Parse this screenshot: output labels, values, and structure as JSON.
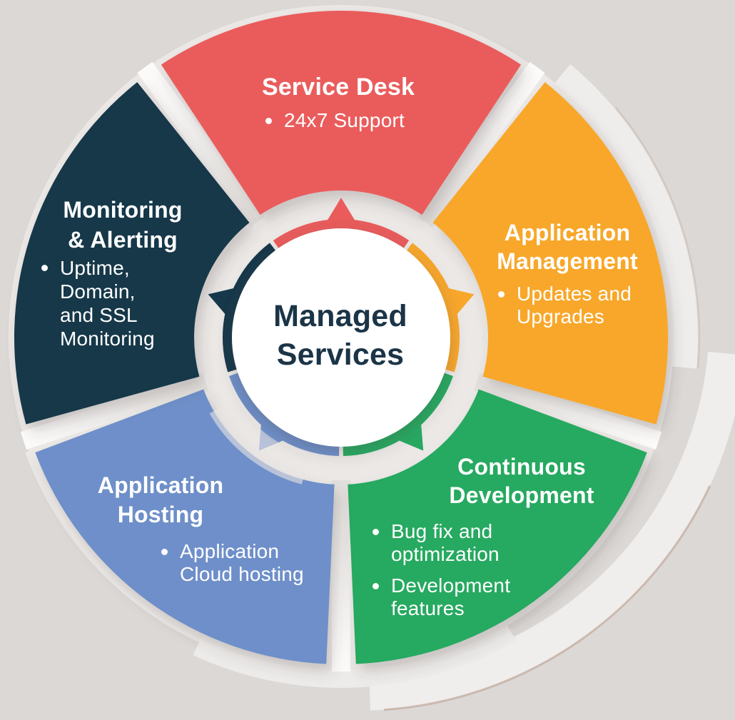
{
  "diagram_title": "Managed Services",
  "background_color": "#DBD8D5",
  "center": {
    "title": "Managed\nServices",
    "text_color": "#1B3447",
    "circle_color": "#FFFFFF"
  },
  "segments": [
    {
      "id": "service-desk",
      "title": "Service Desk",
      "color": "#EA5C5C",
      "bullets": [
        "24x7 Support"
      ]
    },
    {
      "id": "application-management",
      "title": "Application\nManagement",
      "color": "#F8A72B",
      "bullets": [
        "Updates and\nUpgrades"
      ]
    },
    {
      "id": "continuous-development",
      "title": "Continuous\nDevelopment",
      "color": "#27A961",
      "bullets": [
        "Bug fix and\noptimization",
        "Development\nfeatures"
      ]
    },
    {
      "id": "application-hosting",
      "title": "Application\nHosting",
      "color": "#6E8FC9",
      "bullets": [
        "Application\nCloud hosting"
      ]
    },
    {
      "id": "monitoring-alerting",
      "title": "Monitoring\n& Alerting",
      "color": "#16384A",
      "bullets": [
        "Uptime,\nDomain,\nand SSL\nMonitoring"
      ]
    }
  ]
}
